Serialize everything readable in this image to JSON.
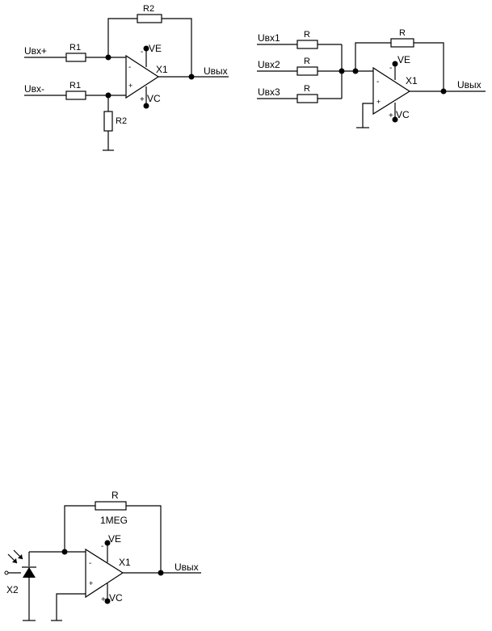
{
  "circuit_diff": {
    "in_plus": "Uвх+",
    "in_minus": "Uвх-",
    "r1_top": "R1",
    "r1_bottom": "R1",
    "r2_feedback": "R2",
    "r2_ground": "R2",
    "opamp": "X1",
    "ve": "VE",
    "vc": "VC",
    "pin_minus": "-",
    "pin_plus": "+",
    "out": "Uвых"
  },
  "circuit_sum": {
    "in1": "Uвх1",
    "in2": "Uвх2",
    "in3": "Uвх3",
    "r1": "R",
    "r2": "R",
    "r3": "R",
    "r_feedback": "R",
    "opamp": "X1",
    "ve": "VE",
    "vc": "VC",
    "pin_minus": "-",
    "pin_plus": "+",
    "out": "Uвых"
  },
  "circuit_photo": {
    "r_label": "R",
    "r_value": "1MEG",
    "opamp": "X1",
    "ve": "VE",
    "vc": "VC",
    "pin_minus": "-",
    "pin_plus": "+",
    "diode": "X2",
    "out": "Uвых"
  }
}
